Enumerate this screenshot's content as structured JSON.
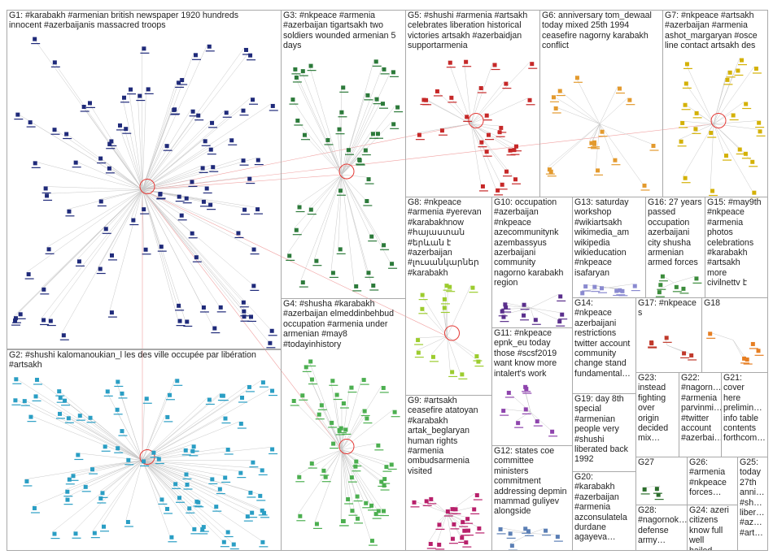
{
  "groups": [
    {
      "id": "G1",
      "label": "G1: #karabakh #armenian british newspaper 1920 hundreds\ninnocent #azerbaijanis massacred troops",
      "color": "#1f2a7a",
      "nodes": 95,
      "hub": true
    },
    {
      "id": "G2",
      "label": "G2: #shushi kalomanoukian_l les des ville occupée par libération\n#artsakh",
      "color": "#2a9ec4",
      "nodes": 88,
      "hub": true
    },
    {
      "id": "G3",
      "label": "G3: #nkpeace #armenia\n#azerbaijan tigartsakh two\nsoldiers wounded armenian 5\ndays",
      "color": "#2c7a3a",
      "nodes": 42,
      "hub": true
    },
    {
      "id": "G4",
      "label": "G4: #shusha #karabakh\n#azerbaijan elmeddinbehbud\noccupation #armenia under\narmenian #may8\n#todayinhistory",
      "color": "#4caf50",
      "nodes": 48,
      "hub": true
    },
    {
      "id": "G5",
      "label": "G5: #shushi #armenia #artsakh\ncelebrates liberation historical\nvictories artsakh #azerbaidjan\nsupportarmenia",
      "color": "#c62828",
      "nodes": 28,
      "hub": true
    },
    {
      "id": "G6",
      "label": "G6: anniversary tom_dewaal\ntoday mixed 25th 1994\nceasefire nagorny karabakh\nconflict",
      "color": "#e39a2e",
      "nodes": 16,
      "hub": false
    },
    {
      "id": "G7",
      "label": "G7: #nkpeace #artsakh\n#azerbaijan #armenia\nashot_margaryan #osce\nline contact artsakh des",
      "color": "#d4b106",
      "nodes": 24,
      "hub": true
    },
    {
      "id": "G8",
      "label": "G8: #nkpeace\n#armenia #yerevan\n#karabakhnow\n#հայաստան\n#երևան է\n#azerbaijan\n#լուսանկարներ\n#karabakh",
      "color": "#9ccc2e",
      "nodes": 14,
      "hub": true
    },
    {
      "id": "G9",
      "label": "G9: #artsakh\nceasefire atatoyan\n#karabakh\nartak_beglaryan\nhuman rights\n#armenia\nombudsarmenia\nvisited",
      "color": "#b8206b",
      "nodes": 20,
      "hub": false
    },
    {
      "id": "G10",
      "label": "G10: occupation\n#azerbaijan\n#nkpeace\nazecommunitynk\nazembassyus\nazerbaijani\ncommunity\nnagorno karabakh\nregion",
      "color": "#5a2f8c",
      "nodes": 10,
      "hub": false
    },
    {
      "id": "G11",
      "label": "G11: #nkpeace\nepnk_eu today\nthose #scsf2019\nwant know more\nintalert's work",
      "color": "#8e44ad",
      "nodes": 8,
      "hub": false
    },
    {
      "id": "G12",
      "label": "G12: states coe\ncommittee\nministers\ncommitment\naddressing depmin\nmammad guliyev\nalongside",
      "color": "#5b7fb5",
      "nodes": 7,
      "hub": false
    },
    {
      "id": "G13",
      "label": "G13: saturday\nworkshop\n#wikiartsakh\nwikimedia_am\nwikipedia\nwikieducation\n#nkpeace\nisafaryan",
      "color": "#8a8ad0",
      "nodes": 8,
      "hub": false
    },
    {
      "id": "G14",
      "label": "G14:\n#nkpeace\nazerbaijani\nrestrictions\ntwitter account\ncommunity\nchange stand\nfundamental…",
      "color": "#3a78b5",
      "nodes": 4,
      "hub": false
    },
    {
      "id": "G15",
      "label": "G15: #may9th\n#nkpeace\n#armenia\nphotos\ncelebrations\n#karabakh\n#artsakh\nmore\ncivilnettv է",
      "color": "#3a7a3a",
      "nodes": 6,
      "hub": false
    },
    {
      "id": "G16",
      "label": "G16: 27 years\npassed\noccupation\nazerbaijani\ncity shusha\narmenian\narmed forces",
      "color": "#3c8c3c",
      "nodes": 6,
      "hub": false
    },
    {
      "id": "G17",
      "label": "G17: #nkpeace\ns",
      "color": "#c0392b",
      "nodes": 5,
      "hub": false
    },
    {
      "id": "G18",
      "label": "G18",
      "color": "#e67e22",
      "nodes": 5,
      "hub": false
    },
    {
      "id": "G19",
      "label": "G19: day 8th\nspecial\n#armenian\npeople very\n#shushi\nliberated back\n1992",
      "color": "#556b2f",
      "nodes": 4,
      "hub": false
    },
    {
      "id": "G20",
      "label": "G20:\n#karabakh\n#azerbaijan\n#armenia\nazconsulatela\ndurdane\nagayeva…",
      "color": "#7a7a7a",
      "nodes": 3,
      "hub": false
    },
    {
      "id": "G21",
      "label": "G21:\ncover\nhere\nprelimin…\ninfo table\ncontents\nforthcom…",
      "color": "#7a7a7a",
      "nodes": 2,
      "hub": false
    },
    {
      "id": "G22",
      "label": "G22:\n#nagorn…\n#armenia\nparvinmi…\n#twitter\naccount\n#azerbai…",
      "color": "#7a7a7a",
      "nodes": 3,
      "hub": false
    },
    {
      "id": "G23",
      "label": "G23:\ninstead\nfighting\nover\norigin\ndecided\nmix…",
      "color": "#7a7a7a",
      "nodes": 3,
      "hub": false
    },
    {
      "id": "G24",
      "label": "G24: azeri\ncitizens\nknow full\nwell hailed…",
      "color": "#7a7a7a",
      "nodes": 2,
      "hub": false
    },
    {
      "id": "G25",
      "label": "G25:\ntoday\n27th\nanni…\n#sh…\nliber…\n#az…\n#art…",
      "color": "#7a7a7a",
      "nodes": 2,
      "hub": false
    },
    {
      "id": "G26",
      "label": "G26:\n#armenia\n#nkpeace\nforces…",
      "color": "#7a7a7a",
      "nodes": 3,
      "hub": false
    },
    {
      "id": "G27",
      "label": "G27",
      "color": "#2c6e2c",
      "nodes": 3,
      "hub": false
    },
    {
      "id": "G28",
      "label": "G28:\n#nagornok…\ndefense\narmy…",
      "color": "#7a7a7a",
      "nodes": 2,
      "hub": false
    }
  ]
}
